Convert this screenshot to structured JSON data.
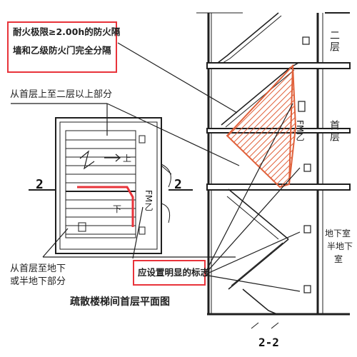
{
  "callouts": {
    "fire_separation": [
      "耐火极限≥2.00h的防火隔",
      "墙和乙级防火门完全分隔"
    ],
    "upper_part": "从首层上至二层以上部分",
    "lower_part": [
      "从首层至地下",
      "或半地下部分"
    ],
    "sign": "应设置明显的标志"
  },
  "plan": {
    "title": "疏散楼梯间首层平面图",
    "section_mark_left": "2",
    "section_mark_right": "2",
    "up_label": "上",
    "down_label": "下",
    "door_label": "FM乙"
  },
  "section": {
    "title": "2-2",
    "floor_2": "二层",
    "floor_1": "首层",
    "basement": [
      "地下室",
      "半地下",
      "室"
    ],
    "door_label": "FM乙"
  },
  "colors": {
    "accent_red": "#e8333a",
    "hatch_red": "#e0603a",
    "line": "#1f1f1f"
  }
}
